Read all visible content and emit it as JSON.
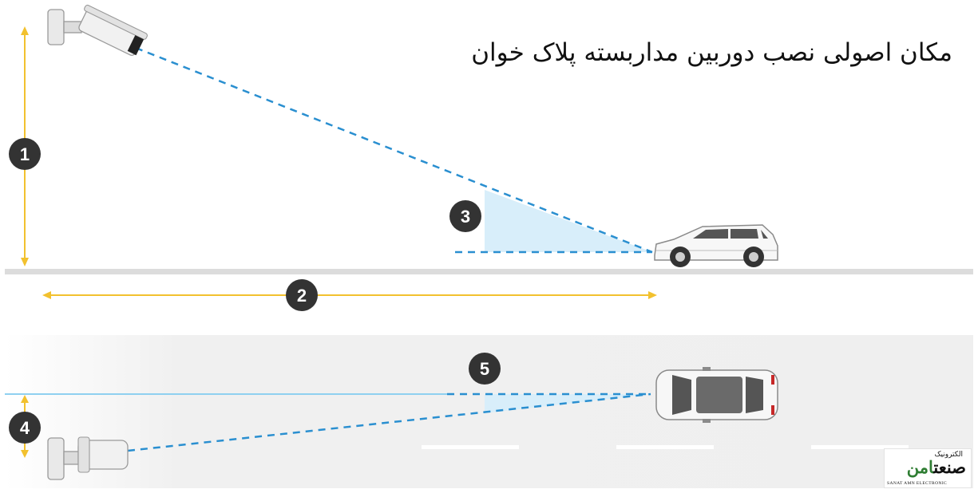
{
  "title": "مکان اصولی نصب دوربین مداربسته پلاک خوان",
  "labels": {
    "height": "1",
    "distance": "2",
    "angle_vertical": "3",
    "offset": "4",
    "angle_horizontal": "5"
  },
  "logo": {
    "top_text": "الکترونیک",
    "main_text": "صنعت",
    "main_accent": "امن",
    "sub_text": "SANAT AMN ELECTRONIC"
  },
  "colors": {
    "measure": "#f2c12e",
    "sightline": "#2a8fd0",
    "fov_fill": "#d8eefa",
    "badge": "#333333",
    "ground": "#dcdcdc",
    "road": "#efefef",
    "reference_line": "#8fd0f0"
  },
  "icons": {
    "camera": "bullet-camera-icon",
    "car_side": "car-side-icon",
    "car_top": "car-top-icon"
  }
}
